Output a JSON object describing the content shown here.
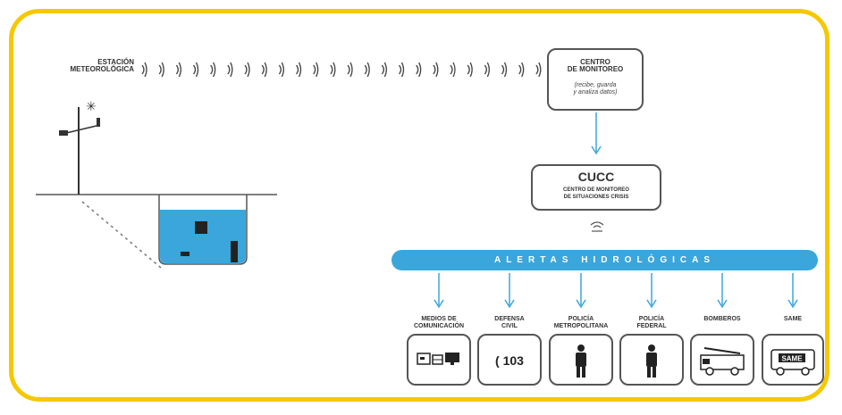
{
  "colors": {
    "frame": "#f5c800",
    "accent": "#3aa6dc",
    "water": "#3aa6dc",
    "ink": "#333333"
  },
  "station": {
    "line1": "ESTACIÓN",
    "line2": "METEOROLÓGICA",
    "signal_count": 24
  },
  "center": {
    "line1": "CENTRO",
    "line2": "DE MONITOREO",
    "sub1": "(recibe, guarda",
    "sub2": "y analiza datos)"
  },
  "cucc": {
    "title": "CUCC",
    "sub1": "CENTRO DE MONITOREO",
    "sub2": "DE SITUACIONES CRISIS"
  },
  "alert_bar": {
    "label": "ALERTAS HIDROLÓGICAS"
  },
  "services": [
    {
      "label1": "MEDIOS DE",
      "label2": "COMUNICACIÓN",
      "icon": "media-icons"
    },
    {
      "label1": "DEFENSA",
      "label2": "CIVIL",
      "icon": "phone-103-icon",
      "box_text": "103"
    },
    {
      "label1": "POLICÍA",
      "label2": "METROPOLITANA",
      "icon": "officer-icon"
    },
    {
      "label1": "POLICÍA",
      "label2": "FEDERAL",
      "icon": "officer-icon"
    },
    {
      "label1": "BOMBEROS",
      "label2": "",
      "icon": "fire-truck-icon"
    },
    {
      "label1": "SAME",
      "label2": "",
      "icon": "ambulance-icon",
      "box_text": "SAME"
    }
  ]
}
